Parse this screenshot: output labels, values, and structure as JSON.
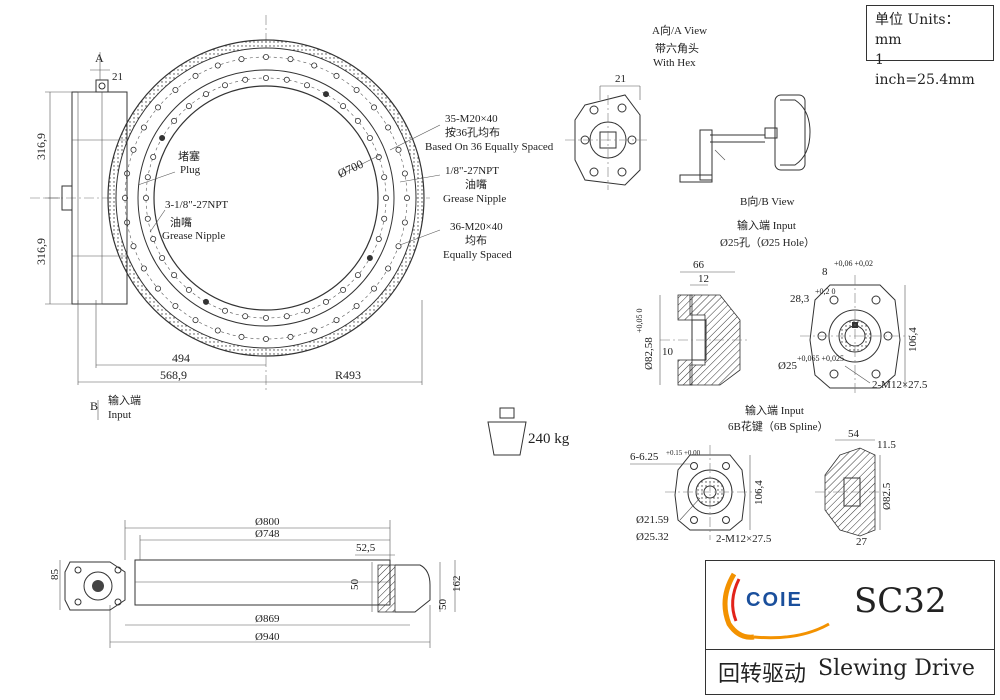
{
  "units": {
    "line1": "单位 Units：mm",
    "line2": "1 inch=25.4mm"
  },
  "title_block": {
    "logo_text": "COIE",
    "model": "SC32",
    "name_cn": "回转驱动",
    "name_en": "Slewing Drive"
  },
  "main_view": {
    "section_mark_a": "A",
    "dim_21": "21",
    "dim_316_top": "316,9",
    "dim_316_bottom": "316,9",
    "dim_494": "494",
    "dim_568": "568,9",
    "dim_R493": "R493",
    "dim_d700": "Ø700",
    "plug_cn": "堵塞",
    "plug_en": "Plug",
    "npt3_label": "3-1/8\"-27NPT",
    "npt3_cn": "油嘴",
    "npt3_en": "Grease Nipple",
    "bolts35_label": "35-M20×40",
    "bolts35_cn": "按36孔均布",
    "bolts35_en": "Based On 36 Equally Spaced",
    "npt1_label": "1/8\"-27NPT",
    "npt1_cn": "油嘴",
    "npt1_en": "Grease Nipple",
    "bolts36_label": "36-M20×40",
    "bolts36_cn": "均布",
    "bolts36_en": "Equally Spaced",
    "section_mark_b": "B",
    "input_cn": "输入端",
    "input_en": "Input"
  },
  "a_view": {
    "title": "A向/A View",
    "cn": "带六角头",
    "en": "With Hex",
    "dim_21": "21"
  },
  "b_view": {
    "title": "B向/B View",
    "input_label": "输入端 Input",
    "hole_label": "Ø25孔（Ø25 Hole）",
    "dim_66": "66",
    "dim_12": "12",
    "dim_82": "Ø82,58",
    "dim_82_tol": "+0,05 0",
    "dim_10": "10",
    "dim_8": "8",
    "dim_8_tol": "+0,06 +0,02",
    "dim_28": "28,3",
    "dim_28_tol": "+0,2 0",
    "dim_106": "106,4",
    "dim_25": "Ø25",
    "dim_25_tol": "+0,065 +0,025",
    "bolts": "2-M12×27.5"
  },
  "spline_view": {
    "input_label": "输入端 Input",
    "spline_label": "6B花键（6B Spline）",
    "dim_spline": "6-6.25",
    "dim_spline_tol": "+0.15 +0.00",
    "dim_106": "106,4",
    "dim_21": "Ø21.59",
    "dim_25": "Ø25.32",
    "bolts": "2-M12×27.5",
    "dim_54": "54",
    "dim_11": "11.5",
    "dim_82": "Ø82.5",
    "dim_27": "27"
  },
  "weight": {
    "value": "240 kg"
  },
  "side_view": {
    "dim_800": "Ø800",
    "dim_748": "Ø748",
    "dim_869": "Ø869",
    "dim_940": "Ø940",
    "dim_85": "85",
    "dim_52": "52,5",
    "dim_50a": "50",
    "dim_50b": "50",
    "dim_162": "162"
  }
}
